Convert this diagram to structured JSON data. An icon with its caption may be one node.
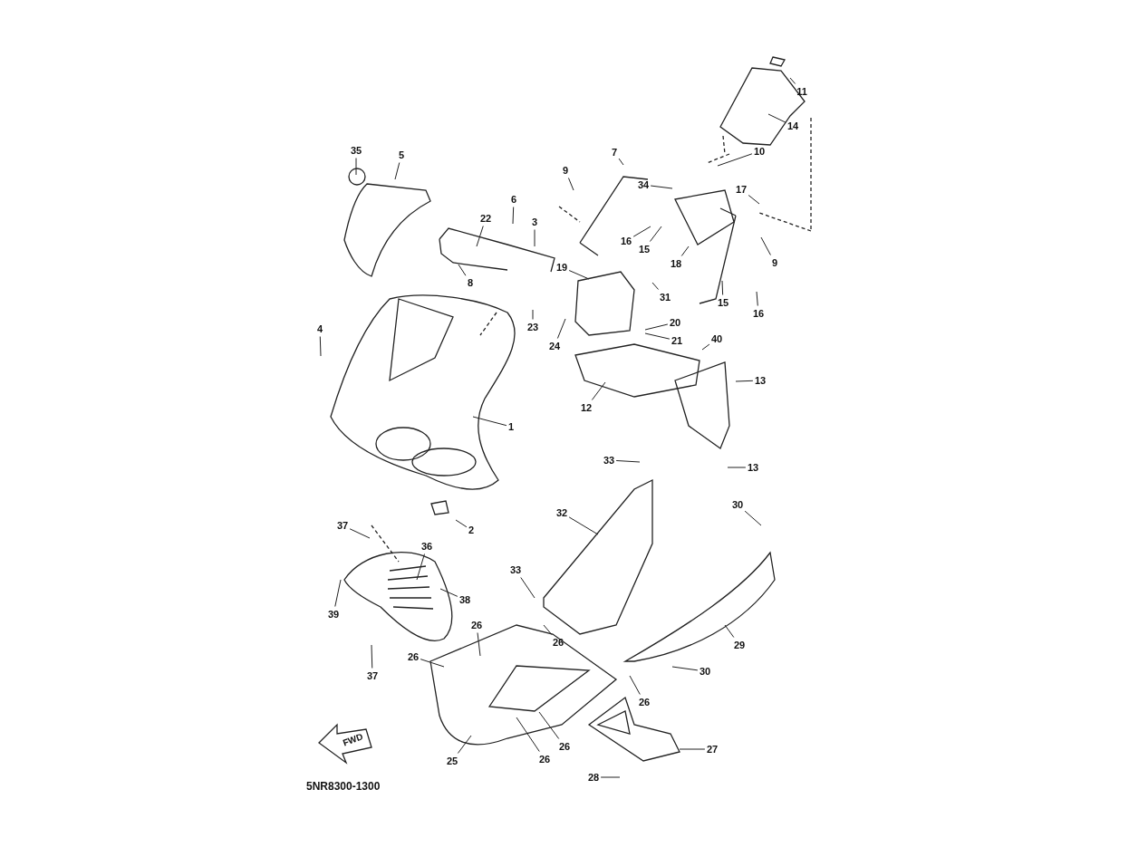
{
  "diagram": {
    "nodes": [
      {
        "text": [
          "11"
        ]
      },
      {
        "text": [
          "14"
        ]
      },
      {
        "text": [
          "7"
        ]
      },
      {
        "text": [
          "10"
        ]
      },
      {
        "text": [
          "35"
        ]
      },
      {
        "text": [
          "5"
        ]
      },
      {
        "text": [
          "9"
        ]
      },
      {
        "text": [
          "34"
        ]
      },
      {
        "text": [
          "17"
        ]
      },
      {
        "text": [
          "6"
        ]
      },
      {
        "text": [
          "3"
        ]
      },
      {
        "text": [
          "22"
        ]
      },
      {
        "text": [
          "16"
        ]
      },
      {
        "text": [
          "15"
        ]
      },
      {
        "text": [
          "18"
        ]
      },
      {
        "text": [
          "9"
        ]
      },
      {
        "text": [
          "19"
        ]
      },
      {
        "text": [
          "8"
        ]
      },
      {
        "text": [
          "15"
        ]
      },
      {
        "text": [
          "16"
        ]
      },
      {
        "text": [
          "31"
        ]
      },
      {
        "text": [
          "23"
        ]
      },
      {
        "text": [
          "20"
        ]
      },
      {
        "text": [
          "24"
        ]
      },
      {
        "text": [
          "4"
        ]
      },
      {
        "text": [
          "21"
        ]
      },
      {
        "text": [
          "40"
        ]
      },
      {
        "text": [
          "13"
        ]
      },
      {
        "text": [
          "12"
        ]
      },
      {
        "text": [
          "1"
        ]
      },
      {
        "text": [
          "13"
        ]
      },
      {
        "text": [
          "33"
        ]
      },
      {
        "text": [
          "30"
        ]
      },
      {
        "text": [
          "32"
        ]
      },
      {
        "text": [
          "2"
        ]
      },
      {
        "text": [
          "37"
        ]
      },
      {
        "text": [
          "36"
        ]
      },
      {
        "text": [
          "33"
        ]
      },
      {
        "text": [
          "38"
        ]
      },
      {
        "text": [
          "39"
        ]
      },
      {
        "text": [
          "26"
        ]
      },
      {
        "text": [
          "29"
        ]
      },
      {
        "text": [
          "26"
        ]
      },
      {
        "text": [
          "37"
        ]
      },
      {
        "text": [
          "26"
        ]
      },
      {
        "text": [
          "30"
        ]
      },
      {
        "text": [
          "26"
        ]
      },
      {
        "text": [
          "27"
        ]
      },
      {
        "text": [
          "26"
        ]
      },
      {
        "text": [
          "26"
        ]
      },
      {
        "text": [
          "25"
        ]
      },
      {
        "text": [
          "28"
        ]
      }
    ],
    "edges": [
      {
        "from": 0,
        "to": null,
        "arrow": "none"
      },
      {
        "from": 1,
        "to": null,
        "arrow": "none"
      },
      {
        "from": 2,
        "to": null,
        "arrow": "none"
      },
      {
        "from": 3,
        "to": null,
        "arrow": "none"
      },
      {
        "from": 4,
        "to": null,
        "arrow": "none"
      },
      {
        "from": 5,
        "to": null,
        "arrow": "none"
      },
      {
        "from": 6,
        "to": null,
        "arrow": "none"
      },
      {
        "from": 7,
        "to": null,
        "arrow": "none"
      },
      {
        "from": 8,
        "to": null,
        "arrow": "none"
      },
      {
        "from": 9,
        "to": null,
        "arrow": "none"
      },
      {
        "from": 10,
        "to": null,
        "arrow": "none"
      },
      {
        "from": 11,
        "to": null,
        "arrow": "none"
      },
      {
        "from": 12,
        "to": null,
        "arrow": "none"
      },
      {
        "from": 13,
        "to": null,
        "arrow": "none"
      },
      {
        "from": 14,
        "to": null,
        "arrow": "none"
      },
      {
        "from": 15,
        "to": null,
        "arrow": "none"
      },
      {
        "from": 16,
        "to": null,
        "arrow": "none"
      },
      {
        "from": 17,
        "to": null,
        "arrow": "none"
      },
      {
        "from": 18,
        "to": null,
        "arrow": "none"
      },
      {
        "from": 19,
        "to": null,
        "arrow": "none"
      },
      {
        "from": 20,
        "to": null,
        "arrow": "none"
      },
      {
        "from": 21,
        "to": null,
        "arrow": "none"
      },
      {
        "from": 22,
        "to": null,
        "arrow": "none"
      },
      {
        "from": 23,
        "to": null,
        "arrow": "none"
      },
      {
        "from": 24,
        "to": null,
        "arrow": "none"
      },
      {
        "from": 25,
        "to": null,
        "arrow": "none"
      },
      {
        "from": 26,
        "to": null,
        "arrow": "none"
      },
      {
        "from": 27,
        "to": null,
        "arrow": "none"
      },
      {
        "from": 28,
        "to": null,
        "arrow": "none"
      },
      {
        "from": 29,
        "to": null,
        "arrow": "none"
      },
      {
        "from": 30,
        "to": null,
        "arrow": "none"
      },
      {
        "from": 31,
        "to": null,
        "arrow": "none"
      },
      {
        "from": 32,
        "to": null,
        "arrow": "none"
      },
      {
        "from": 33,
        "to": null,
        "arrow": "none"
      },
      {
        "from": 34,
        "to": null,
        "arrow": "none"
      },
      {
        "from": 35,
        "to": null,
        "arrow": "none"
      },
      {
        "from": 36,
        "to": null,
        "arrow": "none"
      },
      {
        "from": 37,
        "to": null,
        "arrow": "none"
      },
      {
        "from": 38,
        "to": null,
        "arrow": "none"
      },
      {
        "from": 39,
        "to": null,
        "arrow": "none"
      },
      {
        "from": 40,
        "to": null,
        "arrow": "none"
      },
      {
        "from": 41,
        "to": null,
        "arrow": "none"
      },
      {
        "from": 42,
        "to": null,
        "arrow": "none"
      },
      {
        "from": 43,
        "to": null,
        "arrow": "none"
      },
      {
        "from": 44,
        "to": null,
        "arrow": "none"
      },
      {
        "from": 45,
        "to": null,
        "arrow": "none"
      },
      {
        "from": 46,
        "to": null,
        "arrow": "none"
      },
      {
        "from": 47,
        "to": null,
        "arrow": "none"
      },
      {
        "from": 48,
        "to": null,
        "arrow": "none"
      },
      {
        "from": 49,
        "to": null,
        "arrow": "none"
      },
      {
        "from": 50,
        "to": null,
        "arrow": "none"
      },
      {
        "from": 51,
        "to": null,
        "arrow": "none"
      }
    ],
    "labels": [
      "FWD",
      "5NR8300-1300"
    ]
  }
}
